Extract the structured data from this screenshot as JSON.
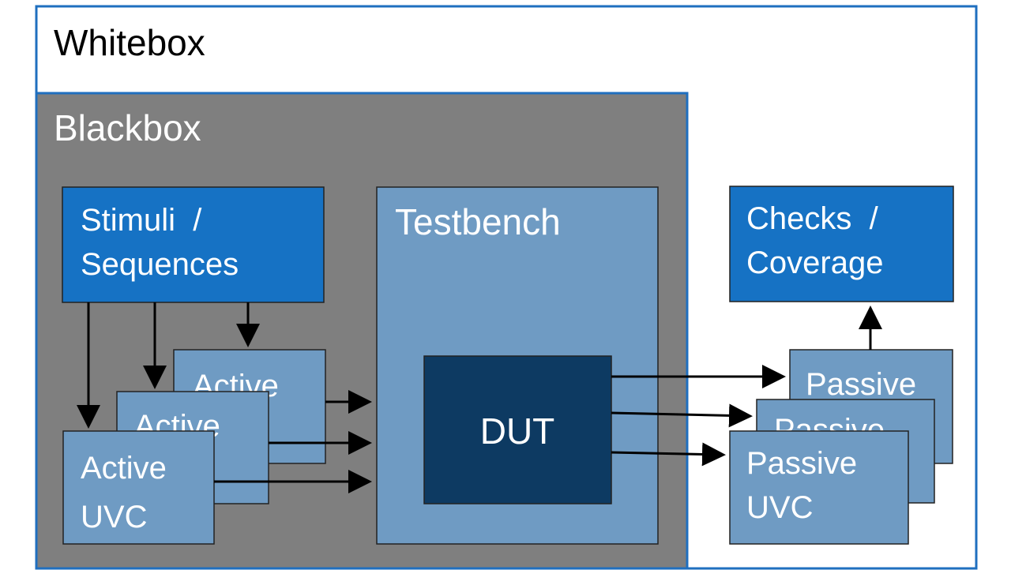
{
  "diagram": {
    "whitebox_label": "Whitebox",
    "blackbox_label": "Blackbox",
    "stimuli": {
      "line1": "Stimuli  /",
      "line2": "Sequences"
    },
    "testbench_label": "Testbench",
    "dut_label": "DUT",
    "checks": {
      "line1": "Checks  /",
      "line2": "Coverage"
    },
    "active_uvc": {
      "line1": "Active",
      "line2": "UVC"
    },
    "passive_uvc": {
      "line1": "Passive",
      "line2": "UVC"
    },
    "colors": {
      "outline_blue": "#1f6fbf",
      "blackbox_gray": "#7f7f7f",
      "box_blue": "#1672c4",
      "light_blue": "#6f9bc3",
      "dut_navy": "#0d3a62",
      "text_white": "#ffffff",
      "text_dark": "#000000"
    }
  }
}
